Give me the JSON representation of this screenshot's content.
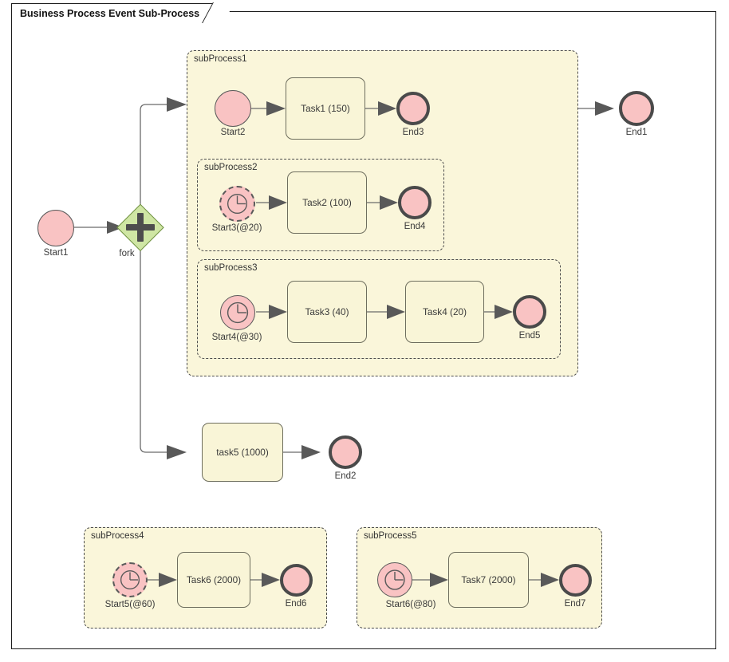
{
  "window": {
    "title": "Business Process Event Sub-Process"
  },
  "palette": {
    "event_fill": "#f9c3c3",
    "event_stroke": "#5a5a5a",
    "end_stroke": "#4a4a4a",
    "task_fill": "#f9f5d7",
    "task_stroke": "#6e6e5e",
    "pool_fill": "#faf6da",
    "pool_stroke": "#4d4d4d",
    "gateway_fill": "#cfe6a4",
    "gateway_stroke": "#6d8f3f",
    "connector": "#6b6b6b",
    "frame": "#1b1b1b"
  },
  "pools": [
    {
      "id": "subProcess1",
      "label": "subProcess1"
    },
    {
      "id": "subProcess2",
      "label": "subProcess2"
    },
    {
      "id": "subProcess3",
      "label": "subProcess3"
    },
    {
      "id": "subProcess4",
      "label": "subProcess4"
    },
    {
      "id": "subProcess5",
      "label": "subProcess5"
    }
  ],
  "events": {
    "start1": {
      "label": "Start1",
      "kind": "start"
    },
    "start2": {
      "label": "Start2",
      "kind": "start"
    },
    "start3": {
      "label": "Start3(@20)",
      "kind": "timer-non-interrupting"
    },
    "start4": {
      "label": "Start4(@30)",
      "kind": "timer-interrupting"
    },
    "start5": {
      "label": "Start5(@60)",
      "kind": "timer-non-interrupting"
    },
    "start6": {
      "label": "Start6(@80)",
      "kind": "timer-interrupting"
    },
    "end1": {
      "label": "End1",
      "kind": "end"
    },
    "end2": {
      "label": "End2",
      "kind": "end"
    },
    "end3": {
      "label": "End3",
      "kind": "end"
    },
    "end4": {
      "label": "End4",
      "kind": "end"
    },
    "end5": {
      "label": "End5",
      "kind": "end"
    },
    "end6": {
      "label": "End6",
      "kind": "end"
    },
    "end7": {
      "label": "End7",
      "kind": "end"
    }
  },
  "gateways": {
    "fork": {
      "label": "fork",
      "type": "parallel",
      "icon": "plus-icon"
    }
  },
  "tasks": {
    "task1": {
      "label": "Task1 (150)",
      "duration": 150
    },
    "task2": {
      "label": "Task2 (100)",
      "duration": 100
    },
    "task3": {
      "label": "Task3 (40)",
      "duration": 40
    },
    "task4": {
      "label": "Task4 (20)",
      "duration": 20
    },
    "task5": {
      "label": "task5 (1000)",
      "duration": 1000
    },
    "task6": {
      "label": "Task6 (2000)",
      "duration": 2000
    },
    "task7": {
      "label": "Task7 (2000)",
      "duration": 2000
    }
  }
}
